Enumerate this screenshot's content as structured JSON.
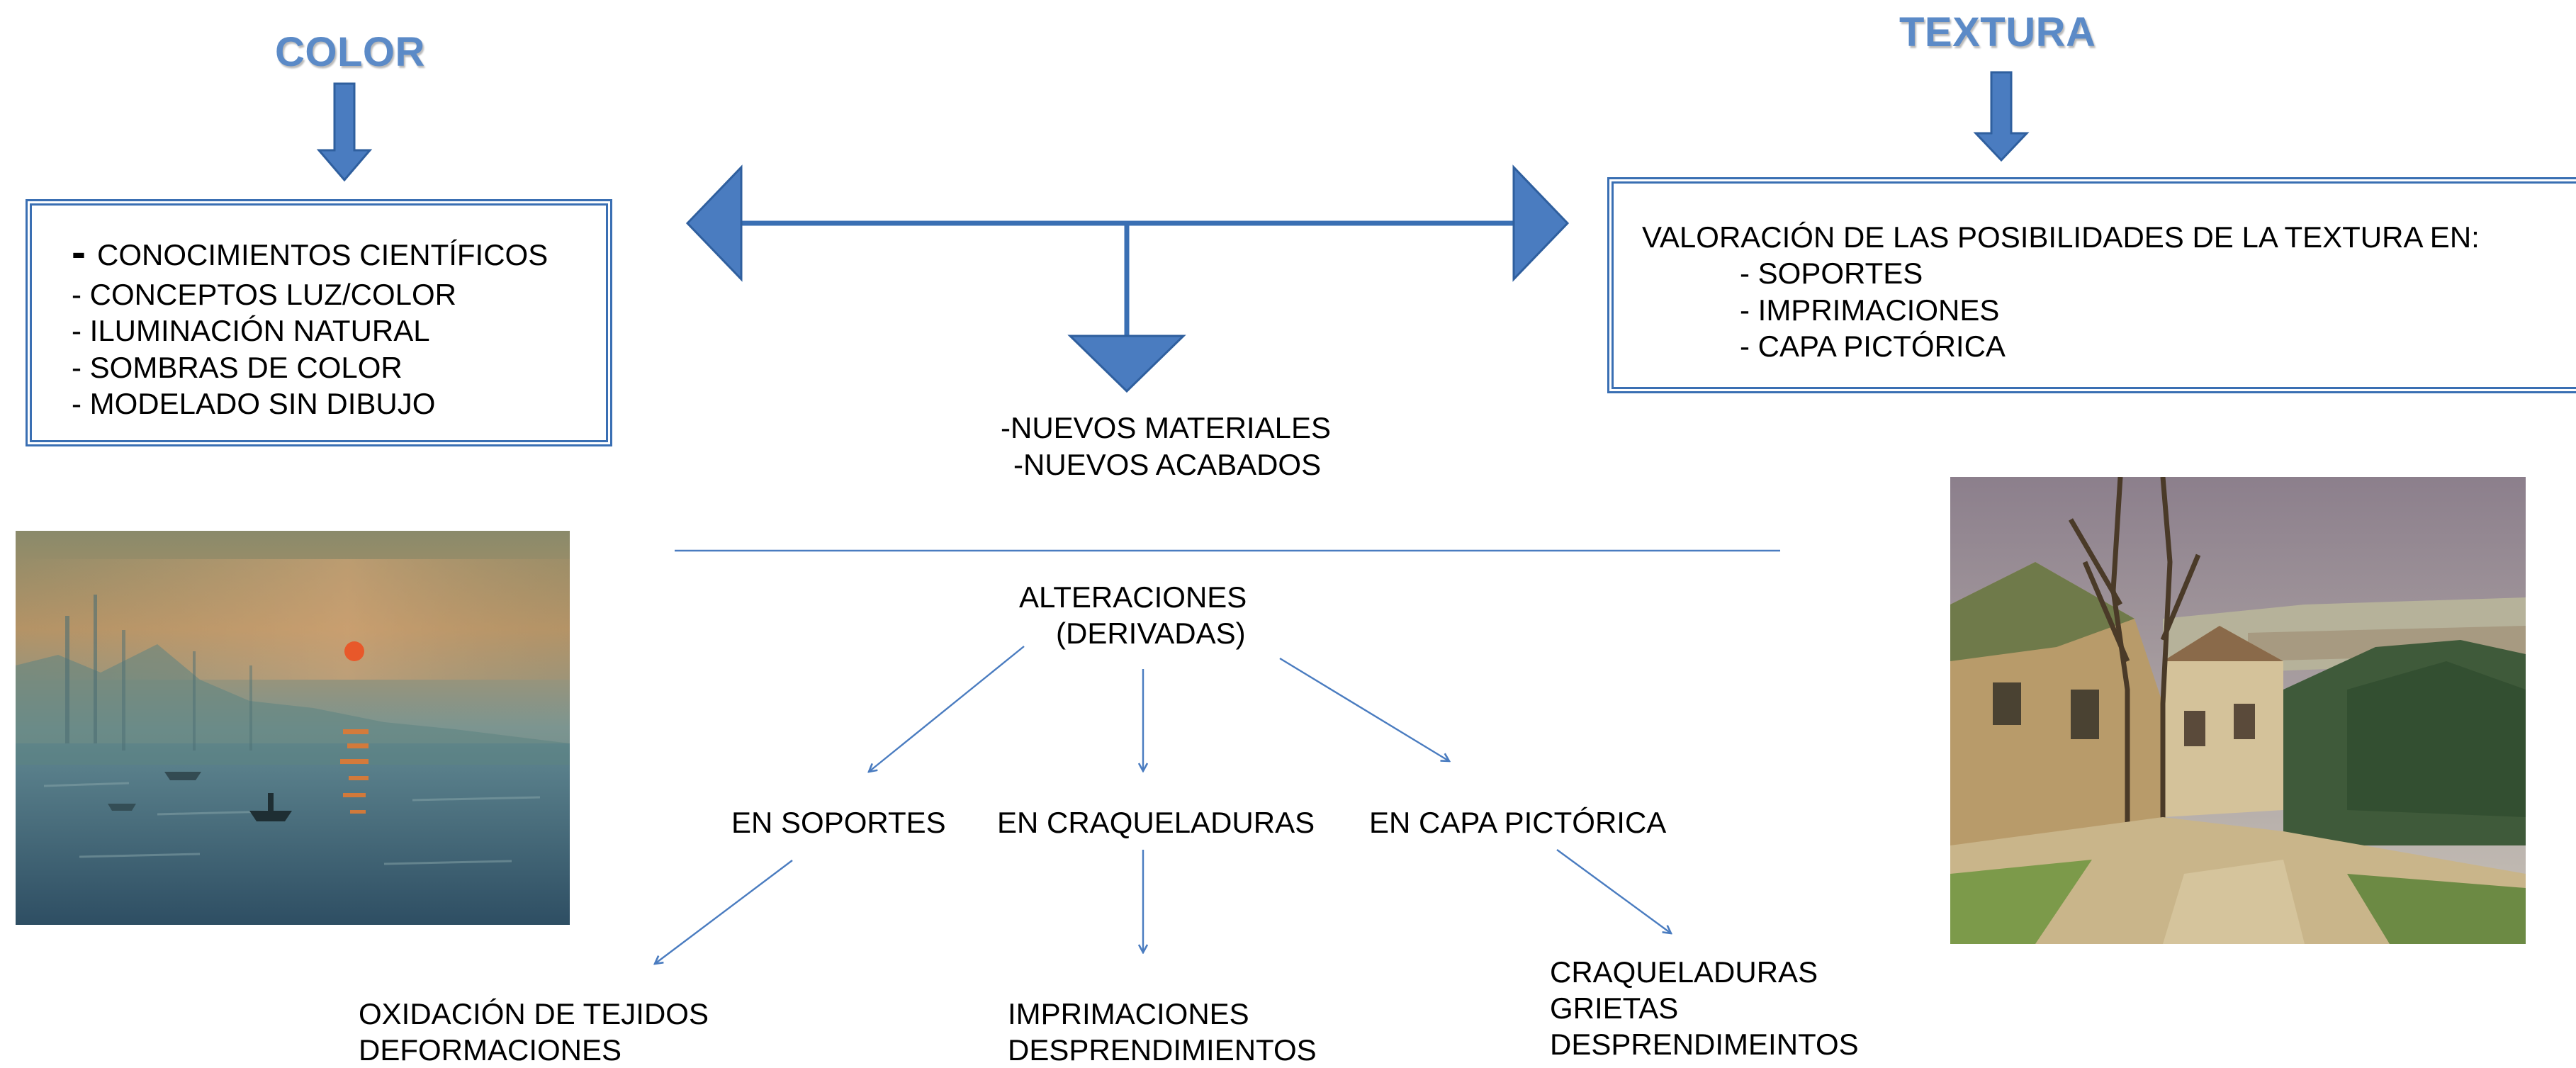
{
  "headings": {
    "color": "COLOR",
    "textura": "TEXTURA"
  },
  "color_box": {
    "items": [
      "CONOCIMIENTOS CIENTÍFICOS",
      "- CONCEPTOS LUZ/COLOR",
      "- ILUMINACIÓN NATURAL",
      "- SOMBRAS DE COLOR",
      "- MODELADO SIN DIBUJO"
    ],
    "first_dash": "-"
  },
  "textura_box": {
    "intro": "VALORACIÓN DE LAS POSIBILIDADES DE LA TEXTURA EN:",
    "items": [
      "- SOPORTES",
      "- IMPRIMACIONES",
      "- CAPA PICTÓRICA"
    ]
  },
  "center_result": {
    "line1": "-NUEVOS MATERIALES",
    "line2": "-NUEVOS ACABADOS"
  },
  "alteraciones": {
    "line1": "ALTERACIONES",
    "line2": "(DERIVADAS)"
  },
  "branches": [
    {
      "label": "EN SOPORTES",
      "effects": [
        "OXIDACIÓN DE TEJIDOS",
        "DEFORMACIONES"
      ]
    },
    {
      "label": "EN CRAQUELADURAS",
      "effects": [
        "IMPRIMACIONES",
        "DESPRENDIMIENTOS"
      ]
    },
    {
      "label": "EN CAPA PICTÓRICA",
      "effects": [
        "CRAQUELADURAS",
        "GRIETAS",
        "DESPRENDIMEINTOS"
      ]
    }
  ],
  "colors": {
    "accent_blue": "#3a6fb3",
    "heading_blue": "#5b8ac7",
    "thin_line_blue": "#4a7cc0"
  }
}
